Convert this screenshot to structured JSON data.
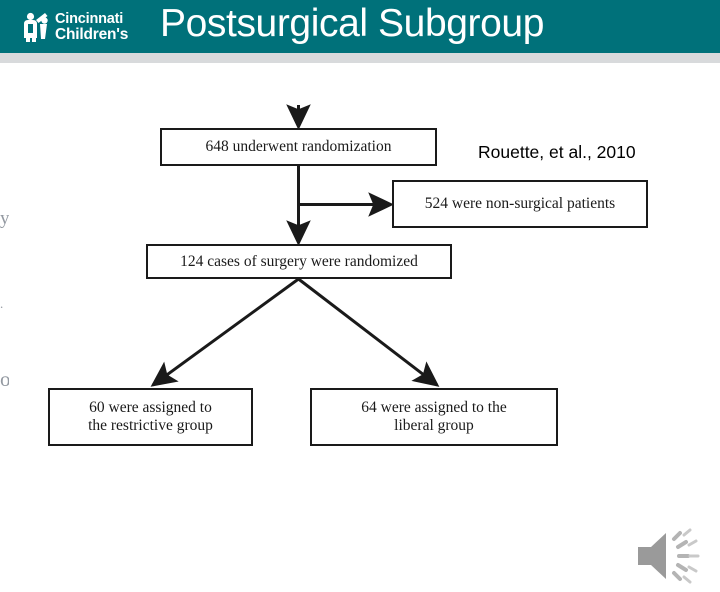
{
  "header": {
    "title": "Postsurgical Subgroup",
    "background_color": "#00717a",
    "divider_color": "#d8dadc",
    "logo": {
      "name": "cincinnati-childrens-logo",
      "line1": "Cincinnati",
      "line2": "Children's",
      "mark": "child-figure-icon"
    }
  },
  "citation": {
    "text": "Rouette, et al., 2010"
  },
  "flowchart": {
    "type": "flow-diagram",
    "nodes": [
      {
        "id": "randomization",
        "label": "648 underwent randomization",
        "count": 648
      },
      {
        "id": "nonsurgical",
        "label": "524 were non-surgical patients",
        "count": 524
      },
      {
        "id": "surgery",
        "label": "124 cases of surgery were randomized",
        "count": 124
      },
      {
        "id": "restrictive",
        "label": "60 were assigned to\nthe restrictive group",
        "line1": "60 were assigned to",
        "line2": "the restrictive group",
        "count": 60
      },
      {
        "id": "liberal",
        "label": "64 were assigned to the\nliberal group",
        "line1": "64 were assigned to the",
        "line2": "liberal group",
        "count": 64
      }
    ],
    "edges": [
      {
        "from": "top",
        "to": "randomization"
      },
      {
        "from": "randomization",
        "to": "nonsurgical"
      },
      {
        "from": "randomization",
        "to": "surgery"
      },
      {
        "from": "surgery",
        "to": "restrictive"
      },
      {
        "from": "surgery",
        "to": "liberal"
      }
    ],
    "line_color": "#1a1a1a"
  },
  "media": {
    "audio_icon": "speaker-icon"
  },
  "edge_fragments": {
    "glyph1": "y",
    "glyph2": ".",
    "glyph3": "o"
  }
}
